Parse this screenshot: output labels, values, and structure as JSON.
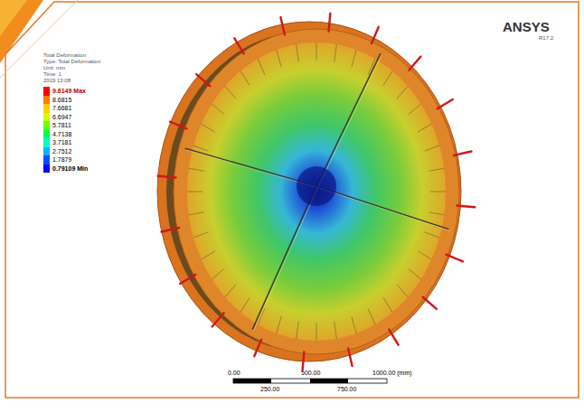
{
  "diagram": {
    "labels": [
      "ANSYS",
      "R17.2",
      "Total Deformation",
      "Type: Total Deformation",
      "Unit: mm",
      "Time: 1",
      "2019 13:08",
      "0.00",
      "500.00",
      "1000.00 (mm)",
      "250.00",
      "750.00"
    ],
    "legend": [
      {
        "text": "9.6149 Max",
        "color": "#ff0000"
      },
      {
        "text": "8.6815",
        "color": "#ff7b00"
      },
      {
        "text": "7.6681",
        "color": "#ffd000"
      },
      {
        "text": "6.6947",
        "color": "#d2ff00"
      },
      {
        "text": "5.7811",
        "color": "#6cff00"
      },
      {
        "text": "4.7138",
        "color": "#00ff4a"
      },
      {
        "text": "3.7181",
        "color": "#00ffc8"
      },
      {
        "text": "2.7512",
        "color": "#00b4ff"
      },
      {
        "text": "1.7879",
        "color": "#0050ff"
      },
      {
        "text": "0.79109 Min",
        "color": "#0000ff"
      }
    ]
  }
}
